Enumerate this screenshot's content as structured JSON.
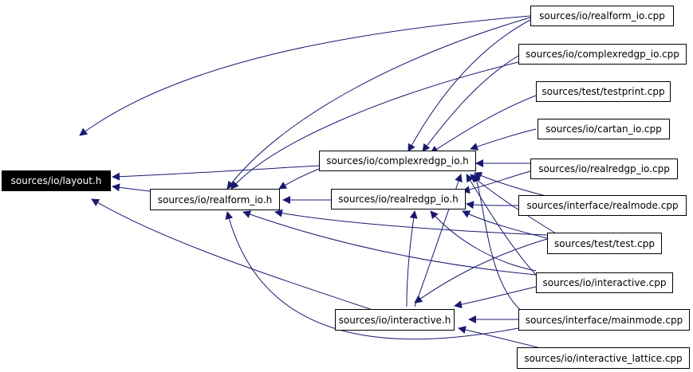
{
  "graph": {
    "root": {
      "label": "sources/io/layout.h"
    },
    "nodes": {
      "realform_io_cpp": "sources/io/realform_io.cpp",
      "complexredgp_io_cpp": "sources/io/complexredgp_io.cpp",
      "testprint_cpp": "sources/test/testprint.cpp",
      "cartan_io_cpp": "sources/io/cartan_io.cpp",
      "complexredgp_io_h": "sources/io/complexredgp_io.h",
      "realredgp_io_cpp": "sources/io/realredgp_io.cpp",
      "realform_io_h": "sources/io/realform_io.h",
      "realredgp_io_h": "sources/io/realredgp_io.h",
      "realmode_cpp": "sources/interface/realmode.cpp",
      "test_cpp": "sources/test/test.cpp",
      "interactive_cpp": "sources/io/interactive.cpp",
      "interactive_h": "sources/io/interactive.h",
      "mainmode_cpp": "sources/interface/mainmode.cpp",
      "interactive_lattice_cpp": "sources/io/interactive_lattice.cpp"
    },
    "edge_color": "#191970"
  }
}
